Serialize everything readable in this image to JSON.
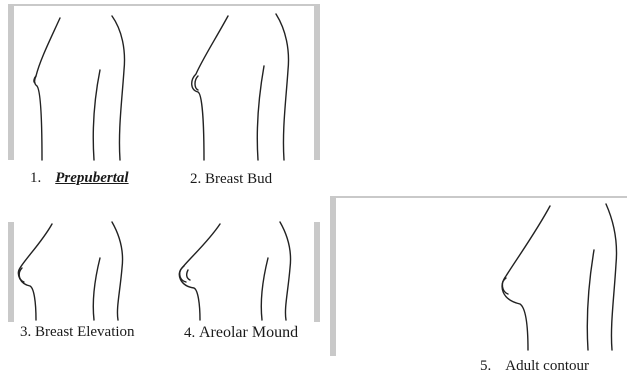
{
  "stages": [
    {
      "number": "1.",
      "name": "Prepubertal"
    },
    {
      "number": "2.",
      "name": "Breast Bud"
    },
    {
      "number": "3.",
      "name": "Breast Elevation"
    },
    {
      "number": "4.",
      "name": "Areolar Mound"
    },
    {
      "number": "5.",
      "name": "Adult contour"
    }
  ]
}
